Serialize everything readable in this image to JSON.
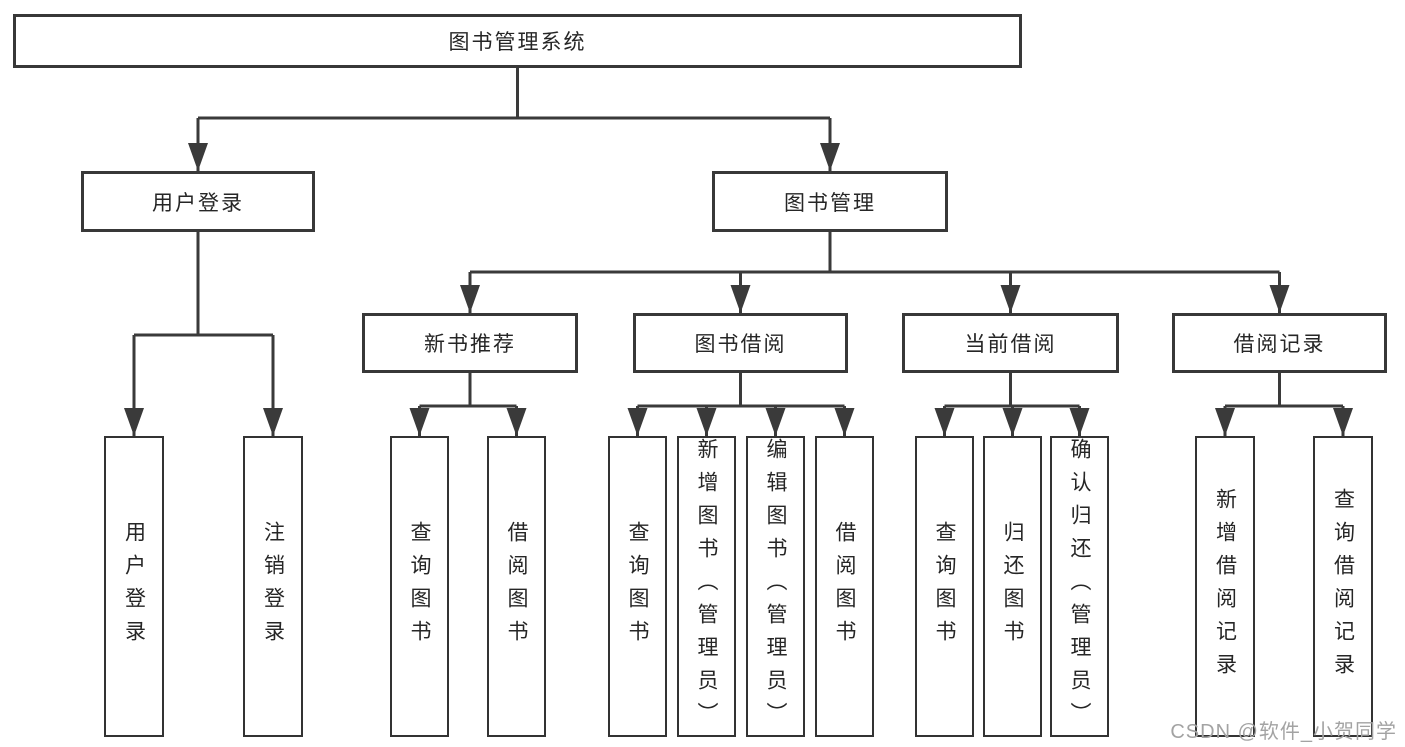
{
  "colors": {
    "box_border": "#383838",
    "connector_line": "#3a3a3a",
    "text": "#262626",
    "watermark": "#a3a3a3",
    "background": "#ffffff"
  },
  "diagram": {
    "root": {
      "label": "图书管理系统"
    },
    "level2": [
      {
        "label": "用户登录",
        "children": [
          {
            "label": "用户登录"
          },
          {
            "label": "注销登录"
          }
        ]
      },
      {
        "label": "图书管理",
        "children": [
          {
            "label": "新书推荐",
            "children": [
              {
                "label": "查询图书"
              },
              {
                "label": "借阅图书"
              }
            ]
          },
          {
            "label": "图书借阅",
            "children": [
              {
                "label": "查询图书"
              },
              {
                "label": "新增图书（管理员）"
              },
              {
                "label": "编辑图书（管理员）"
              },
              {
                "label": "借阅图书"
              }
            ]
          },
          {
            "label": "当前借阅",
            "children": [
              {
                "label": "查询图书"
              },
              {
                "label": "归还图书"
              },
              {
                "label": "确认归还（管理员）"
              }
            ]
          },
          {
            "label": "借阅记录",
            "children": [
              {
                "label": "新增借阅记录"
              },
              {
                "label": "查询借阅记录"
              }
            ]
          }
        ]
      }
    ]
  },
  "watermark": {
    "text": "CSDN @软件_小贺同学"
  }
}
